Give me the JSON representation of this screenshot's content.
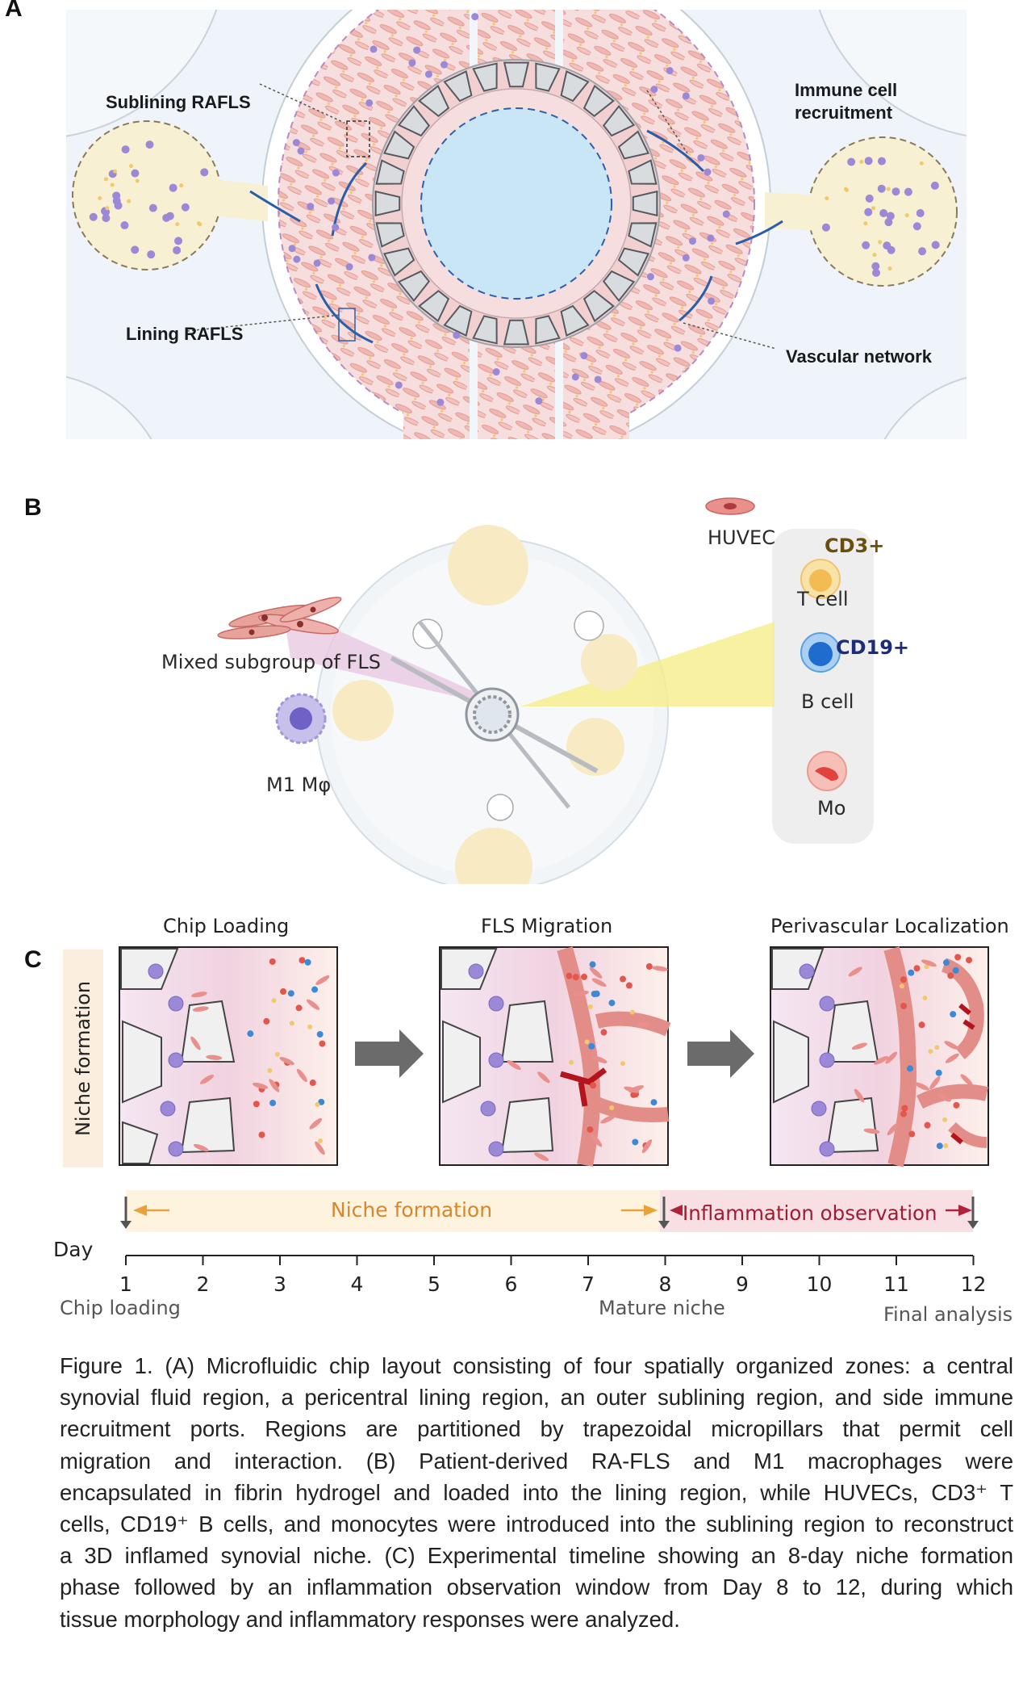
{
  "panelA": {
    "letter": "A",
    "labels": {
      "sublining": "Sublining RAFLS",
      "immune_line1": "Immune cell",
      "immune_line2": "recruitment",
      "lining": "Lining RAFLS",
      "vascular": "Vascular network"
    }
  },
  "panelB": {
    "letter": "B",
    "huvec": "HUVEC",
    "cd3": "CD3+",
    "tcell": "T cell",
    "cd19": "CD19+",
    "bcell": "B cell",
    "mo": "Mo",
    "fls": "Mixed subgroup of FLS",
    "m1": "M1 Mφ"
  },
  "panelC": {
    "letter": "C",
    "side_label": "Niche formation",
    "titles": [
      "Chip Loading",
      "FLS Migration",
      "Perivascular Localization"
    ],
    "timeline": {
      "day_label": "Day",
      "days": [
        "1",
        "2",
        "3",
        "4",
        "5",
        "6",
        "7",
        "8",
        "9",
        "10",
        "11",
        "12"
      ],
      "niche_phase": "Niche formation",
      "inflam_phase": "Inflammation observation",
      "chip_loading": "Chip loading",
      "mature_niche": "Mature niche",
      "final_analysis": "Final analysis"
    }
  },
  "caption": [
    "Figure 1. (A) Microfluidic chip layout consisting of four spatially organized zones: a central",
    "synovial fluid region, a pericentral lining region, an outer sublining region, and side immune",
    "recruitment ports. Regions are partitioned by trapezoidal micropillars that permit cell",
    "migration and interaction. (B) Patient-derived RA-FLS and M1 macrophages were",
    "encapsulated in fibrin hydrogel and loaded into the lining region, while HUVECs, CD3⁺ T",
    "cells, CD19⁺ B cells, and monocytes were introduced into the sublining region to reconstruct",
    "a 3D inflamed synovial niche. (C) Experimental timeline showing an 8-day niche formation",
    "phase followed by an inflammation observation window from Day 8 to 12, during which",
    "tissue morphology and inflammatory responses were analyzed."
  ],
  "colors": {
    "tissue_pink": "#f6dada",
    "fibroblast": "#e49a92",
    "purple_cell": "#9b88d6",
    "fluid_blue": "#c9e6f7",
    "port_yellow": "#f8f0d2",
    "arrow_blue": "#2b5ea8",
    "timeline_niche": "#e8a23a",
    "timeline_inflam": "#b0223a"
  }
}
